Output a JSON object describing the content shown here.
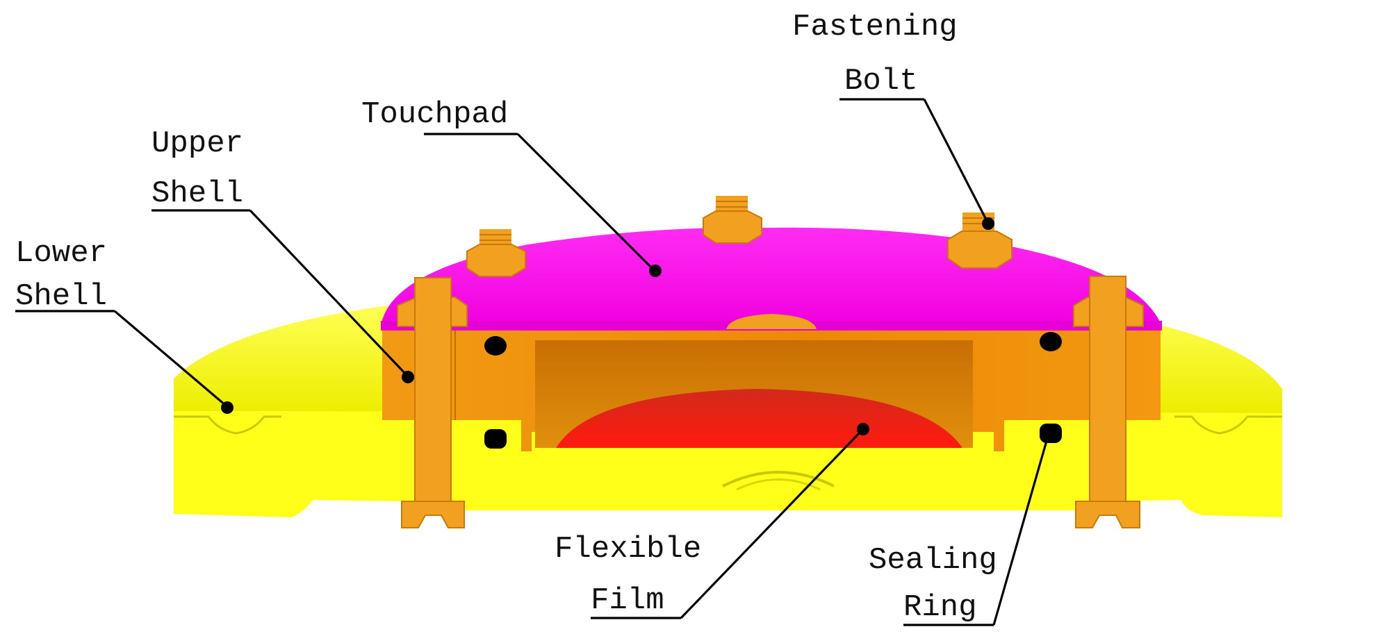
{
  "colors": {
    "lower_shell": "#ffff1a",
    "upper_shell": "#f0900c",
    "touchpad": "#ff10f0",
    "flexible_film": "#ff1a12",
    "fastening_bolt": "#f2a020",
    "sealing_ring": "#000000",
    "leader_line": "#000000"
  },
  "labels": {
    "fastening_bolt": {
      "line1": "Fastening",
      "line2": "Bolt"
    },
    "touchpad": {
      "line1": "Touchpad"
    },
    "upper_shell": {
      "line1": "Upper",
      "line2": "Shell"
    },
    "lower_shell": {
      "line1": "Lower",
      "line2": "Shell"
    },
    "flexible_film": {
      "line1": "Flexible",
      "line2": "Film"
    },
    "sealing_ring": {
      "line1": "Sealing",
      "line2": "Ring"
    }
  }
}
